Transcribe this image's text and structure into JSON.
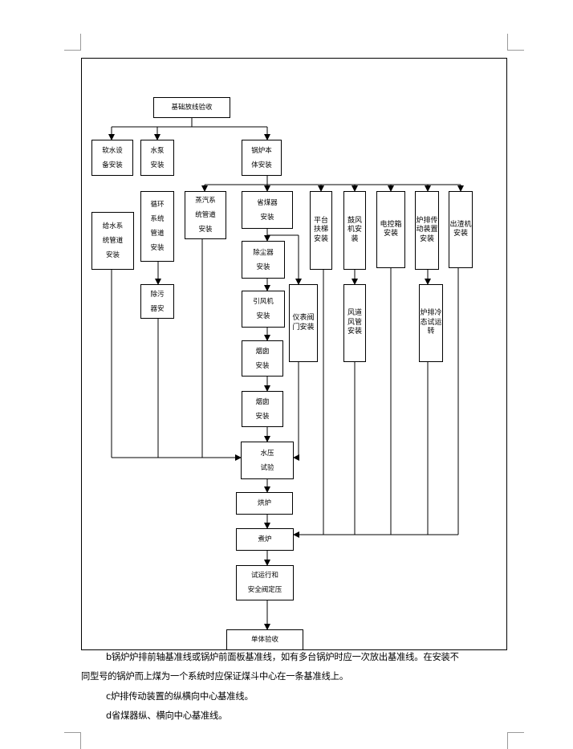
{
  "flowchart": {
    "foundation_acceptance": "基础放线验收",
    "soft_water_equipment": "软水设\n备安装",
    "water_pump": "水泵\n安装",
    "boiler_body": "锅炉本\n体安装",
    "feed_water_pipe": "给水系\n统管道\n安装",
    "circulation_pipe": "循环\n系统\n管道\n安装",
    "steam_pipe": "蒸汽系\n统管道\n安装",
    "economizer": "省煤器\n安装",
    "platform_ladder": "平台扶梯安装",
    "blower": "鼓风机安装",
    "control_cabinet": "电控箱安装",
    "grate_drive": "炉排传动装置安装",
    "slag_remover": "出渣机安装",
    "desilter": "除污\n器安",
    "dust_collector": "除尘器\n安装",
    "instrument_valve": "仪表阀门安装",
    "air_duct": "风道风管安装",
    "grate_cold_test": "炉排冷态试运转",
    "induced_fan": "引风机\n安装",
    "flue_1": "烟囱\n安装",
    "flue_2": "烟囱\n安装",
    "hydro_test": "水压\n试验",
    "oven_drying": "烘炉",
    "boiling_out": "煮炉",
    "trial_run": "试运行和\n安全阀定压",
    "final_acceptance": "单体验收"
  },
  "paragraphs": {
    "b_line1": "b锅炉炉排前轴基准线或锅炉前面板基准线，如有多台锅炉时应一次放出基准线。在安装不",
    "b_line2": "同型号的锅炉而上煤为一个系统时应保证煤斗中心在一条基准线上。",
    "c_line": "c炉排传动装置的纵横向中心基准线。",
    "d_line": "d省煤器纵、横向中心基准线。"
  }
}
